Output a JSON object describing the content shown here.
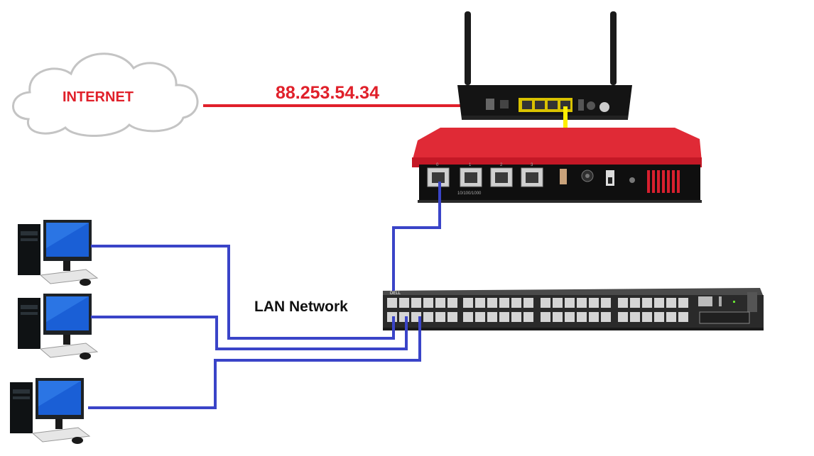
{
  "cloud": {
    "label": "INTERNET"
  },
  "wan": {
    "ip_address": "88.253.54.34"
  },
  "lan": {
    "label": "LAN Network"
  },
  "devices": {
    "modem": {
      "icon": "wifi-router-icon"
    },
    "firewall": {
      "icon": "firewall-appliance-icon",
      "port_labels": [
        "0",
        "1",
        "2",
        "3"
      ],
      "speed_label": "10/100/1000"
    },
    "switch": {
      "icon": "network-switch-icon",
      "brand": "DELL"
    },
    "computers": [
      {
        "icon": "desktop-computer-icon"
      },
      {
        "icon": "desktop-computer-icon"
      },
      {
        "icon": "desktop-computer-icon"
      }
    ]
  },
  "colors": {
    "internet_text": "#e0202a",
    "wan_cable": "#e0202a",
    "modem_to_firewall_cable": "#ffee00",
    "lan_cable": "#3a44c8",
    "firewall_body": "#d8202e",
    "switch_body": "#2a2a2a"
  }
}
